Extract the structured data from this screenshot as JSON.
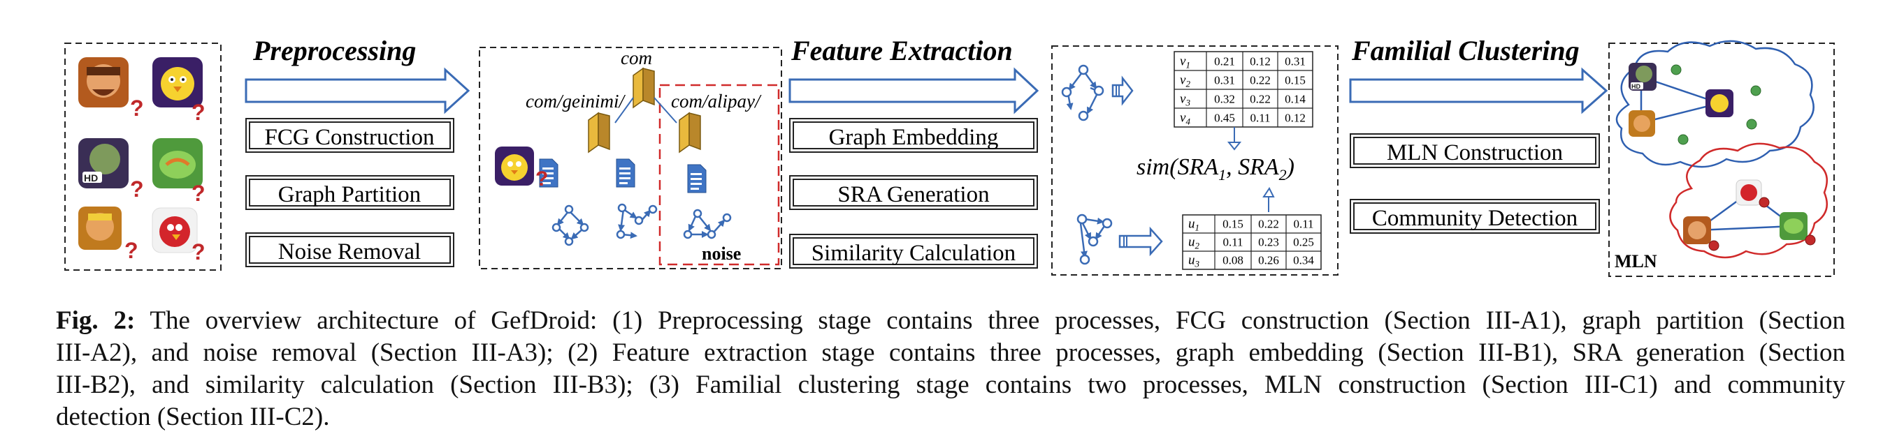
{
  "stages": {
    "preprocessing": {
      "title": "Preprocessing",
      "processes": [
        "FCG Construction",
        "Graph Partition",
        "Noise Removal"
      ]
    },
    "feature_extraction": {
      "title": "Feature Extraction",
      "processes": [
        "Graph Embedding",
        "SRA Generation",
        "Similarity Calculation"
      ]
    },
    "familial_clustering": {
      "title": "Familial Clustering",
      "processes": [
        "MLN Construction",
        "Community Detection"
      ]
    }
  },
  "apps": {
    "question_mark": "?",
    "hd_badge": "HD"
  },
  "partition": {
    "root": "com",
    "left_pkg": "com/geinimi/",
    "right_pkg": "com/alipay/",
    "noise_label": "noise"
  },
  "embedding": {
    "table_top": {
      "rows": [
        {
          "v": "v",
          "sub": "1",
          "vals": [
            "0.21",
            "0.12",
            "0.31"
          ]
        },
        {
          "v": "v",
          "sub": "2",
          "vals": [
            "0.31",
            "0.22",
            "0.15"
          ]
        },
        {
          "v": "v",
          "sub": "3",
          "vals": [
            "0.32",
            "0.22",
            "0.14"
          ]
        },
        {
          "v": "v",
          "sub": "4",
          "vals": [
            "0.45",
            "0.11",
            "0.12"
          ]
        }
      ]
    },
    "table_bottom": {
      "rows": [
        {
          "v": "u",
          "sub": "1",
          "vals": [
            "0.15",
            "0.22",
            "0.11"
          ]
        },
        {
          "v": "u",
          "sub": "2",
          "vals": [
            "0.11",
            "0.23",
            "0.25"
          ]
        },
        {
          "v": "u",
          "sub": "3",
          "vals": [
            "0.08",
            "0.26",
            "0.34"
          ]
        }
      ]
    },
    "sim": {
      "fn": "sim(",
      "a": "SRA",
      "a_sub": "1",
      "sep": ", ",
      "b": "SRA",
      "b_sub": "2",
      "end": ")"
    }
  },
  "mln": {
    "label": "MLN"
  },
  "caption": {
    "label": "Fig. 2:",
    "line1": "The overview architecture of GefDroid: (1) Preprocessing stage contains three processes, FCG construction (Section III-A1), graph partition (Section",
    "line2": "III-A2), and noise removal (Section III-A3); (2) Feature extraction stage contains three processes, graph embedding (Section III-B1), SRA generation (Section",
    "line3": "III-B2), and similarity calculation (Section III-B3); (3) Familial clustering stage contains two processes, MLN construction (Section III-C1) and community",
    "line4": "detection (Section III-C2)."
  }
}
